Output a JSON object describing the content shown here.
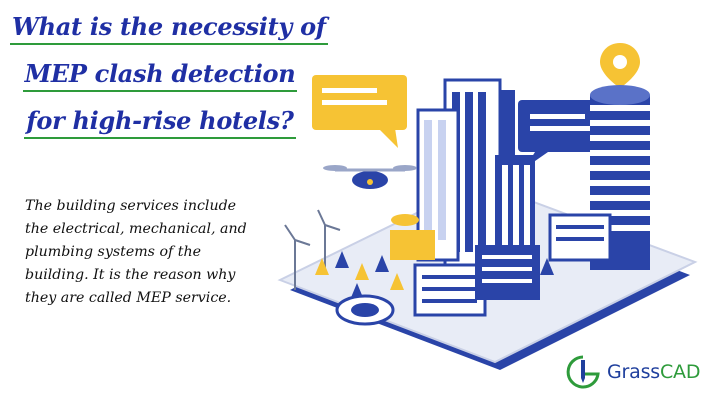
{
  "title": {
    "line1": "What is the necessity of",
    "line2": "MEP clash detection",
    "line3": "for high-rise hotels?"
  },
  "description": "The building services include the electrical, mechanical, and plumbing systems of the building. It is the reason why they are called MEP service.",
  "logo": {
    "part1": "Grass",
    "part2": "CAD"
  },
  "colors": {
    "title": "#1f2fa4",
    "underline": "#2e9b3b",
    "accent_yellow": "#f6c334",
    "building_blue": "#2a44a8"
  }
}
